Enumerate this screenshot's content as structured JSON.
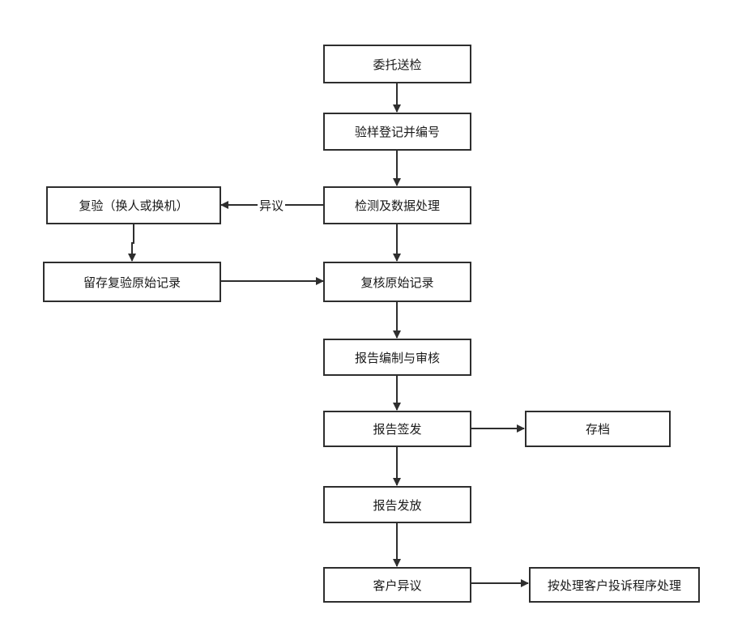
{
  "nodes": {
    "entrust": "委托送检",
    "register": "验样登记并编号",
    "testing": "检测及数据处理",
    "retest": "复验（换人或换机）",
    "retest_record": "留存复验原始记录",
    "review_record": "复核原始记录",
    "report_edit": "报告编制与审核",
    "report_sign": "报告签发",
    "archive": "存档",
    "report_issue": "报告发放",
    "customer_objection": "客户异议",
    "complaint_procedure": "按处理客户投诉程序处理"
  },
  "edges": {
    "objection_label": "异议"
  },
  "colors": {
    "line": "#2e2e2e",
    "text": "#1a1a1a",
    "background": "#ffffff"
  }
}
